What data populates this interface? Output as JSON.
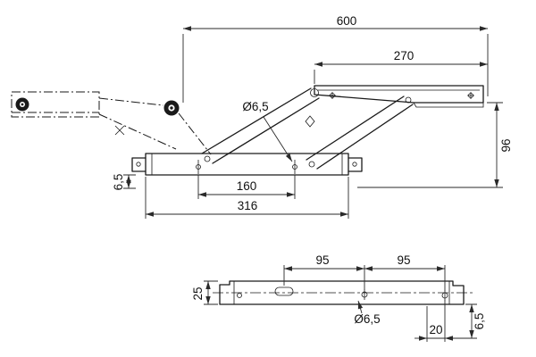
{
  "side": {
    "d600": "600",
    "d270": "270",
    "d96": "96",
    "dhole": "Ø6,5",
    "d65": "6,5",
    "d160": "160",
    "d316": "316"
  },
  "plan": {
    "d95a": "95",
    "d95b": "95",
    "d25": "25",
    "dhole": "Ø6,5",
    "d20": "20",
    "d65": "6,5"
  },
  "colors": {
    "line": "#1a1a1a",
    "background": "#ffffff"
  }
}
